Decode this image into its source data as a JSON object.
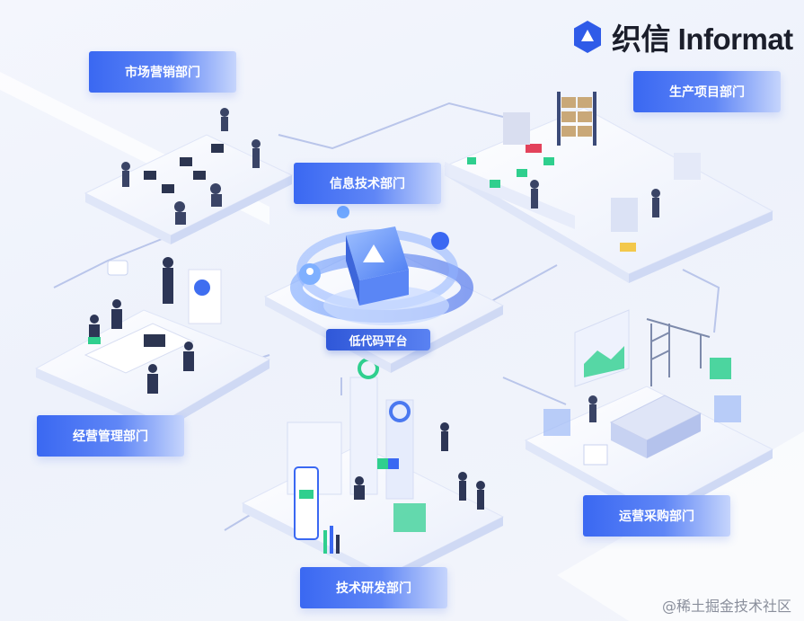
{
  "brand": {
    "name": "织信 Informat",
    "accent": "#2f5be8"
  },
  "center": {
    "label": "低代码平台"
  },
  "departments": {
    "marketing": "市场营销部门",
    "it": "信息技术部门",
    "production": "生产项目部门",
    "management": "经营管理部门",
    "operations": "运营采购部门",
    "rnd": "技术研发部门"
  },
  "watermark": "@稀土掘金技术社区",
  "colors": {
    "label_start": "#3a68f2",
    "label_end": "#c6d5fc",
    "platform_blue": "#4a78f0",
    "connector": "#b9c5ea",
    "floor": "#f7f9ff",
    "accent_green": "#2fcf8e"
  }
}
